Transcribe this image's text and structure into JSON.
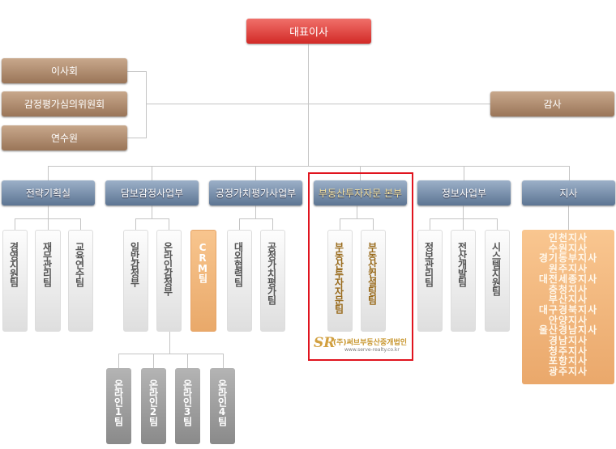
{
  "ceo": "대표이사",
  "advisory": [
    "이사회",
    "감정평가심의위원회",
    "연수원"
  ],
  "audit": "감사",
  "departments": [
    {
      "name": "전략기획실",
      "teams": [
        "경영지원팀",
        "재무관리팀",
        "교육연수팀"
      ]
    },
    {
      "name": "담보감정사업부",
      "teams": [
        "일반감정부",
        "온라인감정부",
        "CRM팀"
      ]
    },
    {
      "name": "공정가치평가사업부",
      "teams": [
        "대외협력팀",
        "공정가치평가팀"
      ]
    },
    {
      "name": "부동산투자자문 본부",
      "teams": [
        "부동산투자자문팀",
        "부동산컨설팅팀"
      ]
    },
    {
      "name": "정보사업부",
      "teams": [
        "정보관리팀",
        "전산개발팀",
        "시스템지원팀"
      ]
    },
    {
      "name": "지사",
      "branches": [
        "인천지사",
        "수원지사",
        "경기동부지사",
        "원주지사",
        "대전세종지사",
        "충청지사",
        "부산지사",
        "대구경북지사",
        "안양지사",
        "울산경남지사",
        "경남지사",
        "청주지사",
        "포항지사",
        "광주지사"
      ]
    }
  ],
  "online_teams": [
    "온라인1팀",
    "온라인2팀",
    "온라인3팀",
    "온라인4팀"
  ],
  "logo": {
    "mark": "SR",
    "name": "(주)써브부동산중개법인",
    "url": "www.serve-realty.co.kr"
  },
  "colors": {
    "highlight_border": "#e0141e",
    "ceo": "#d22a27"
  }
}
